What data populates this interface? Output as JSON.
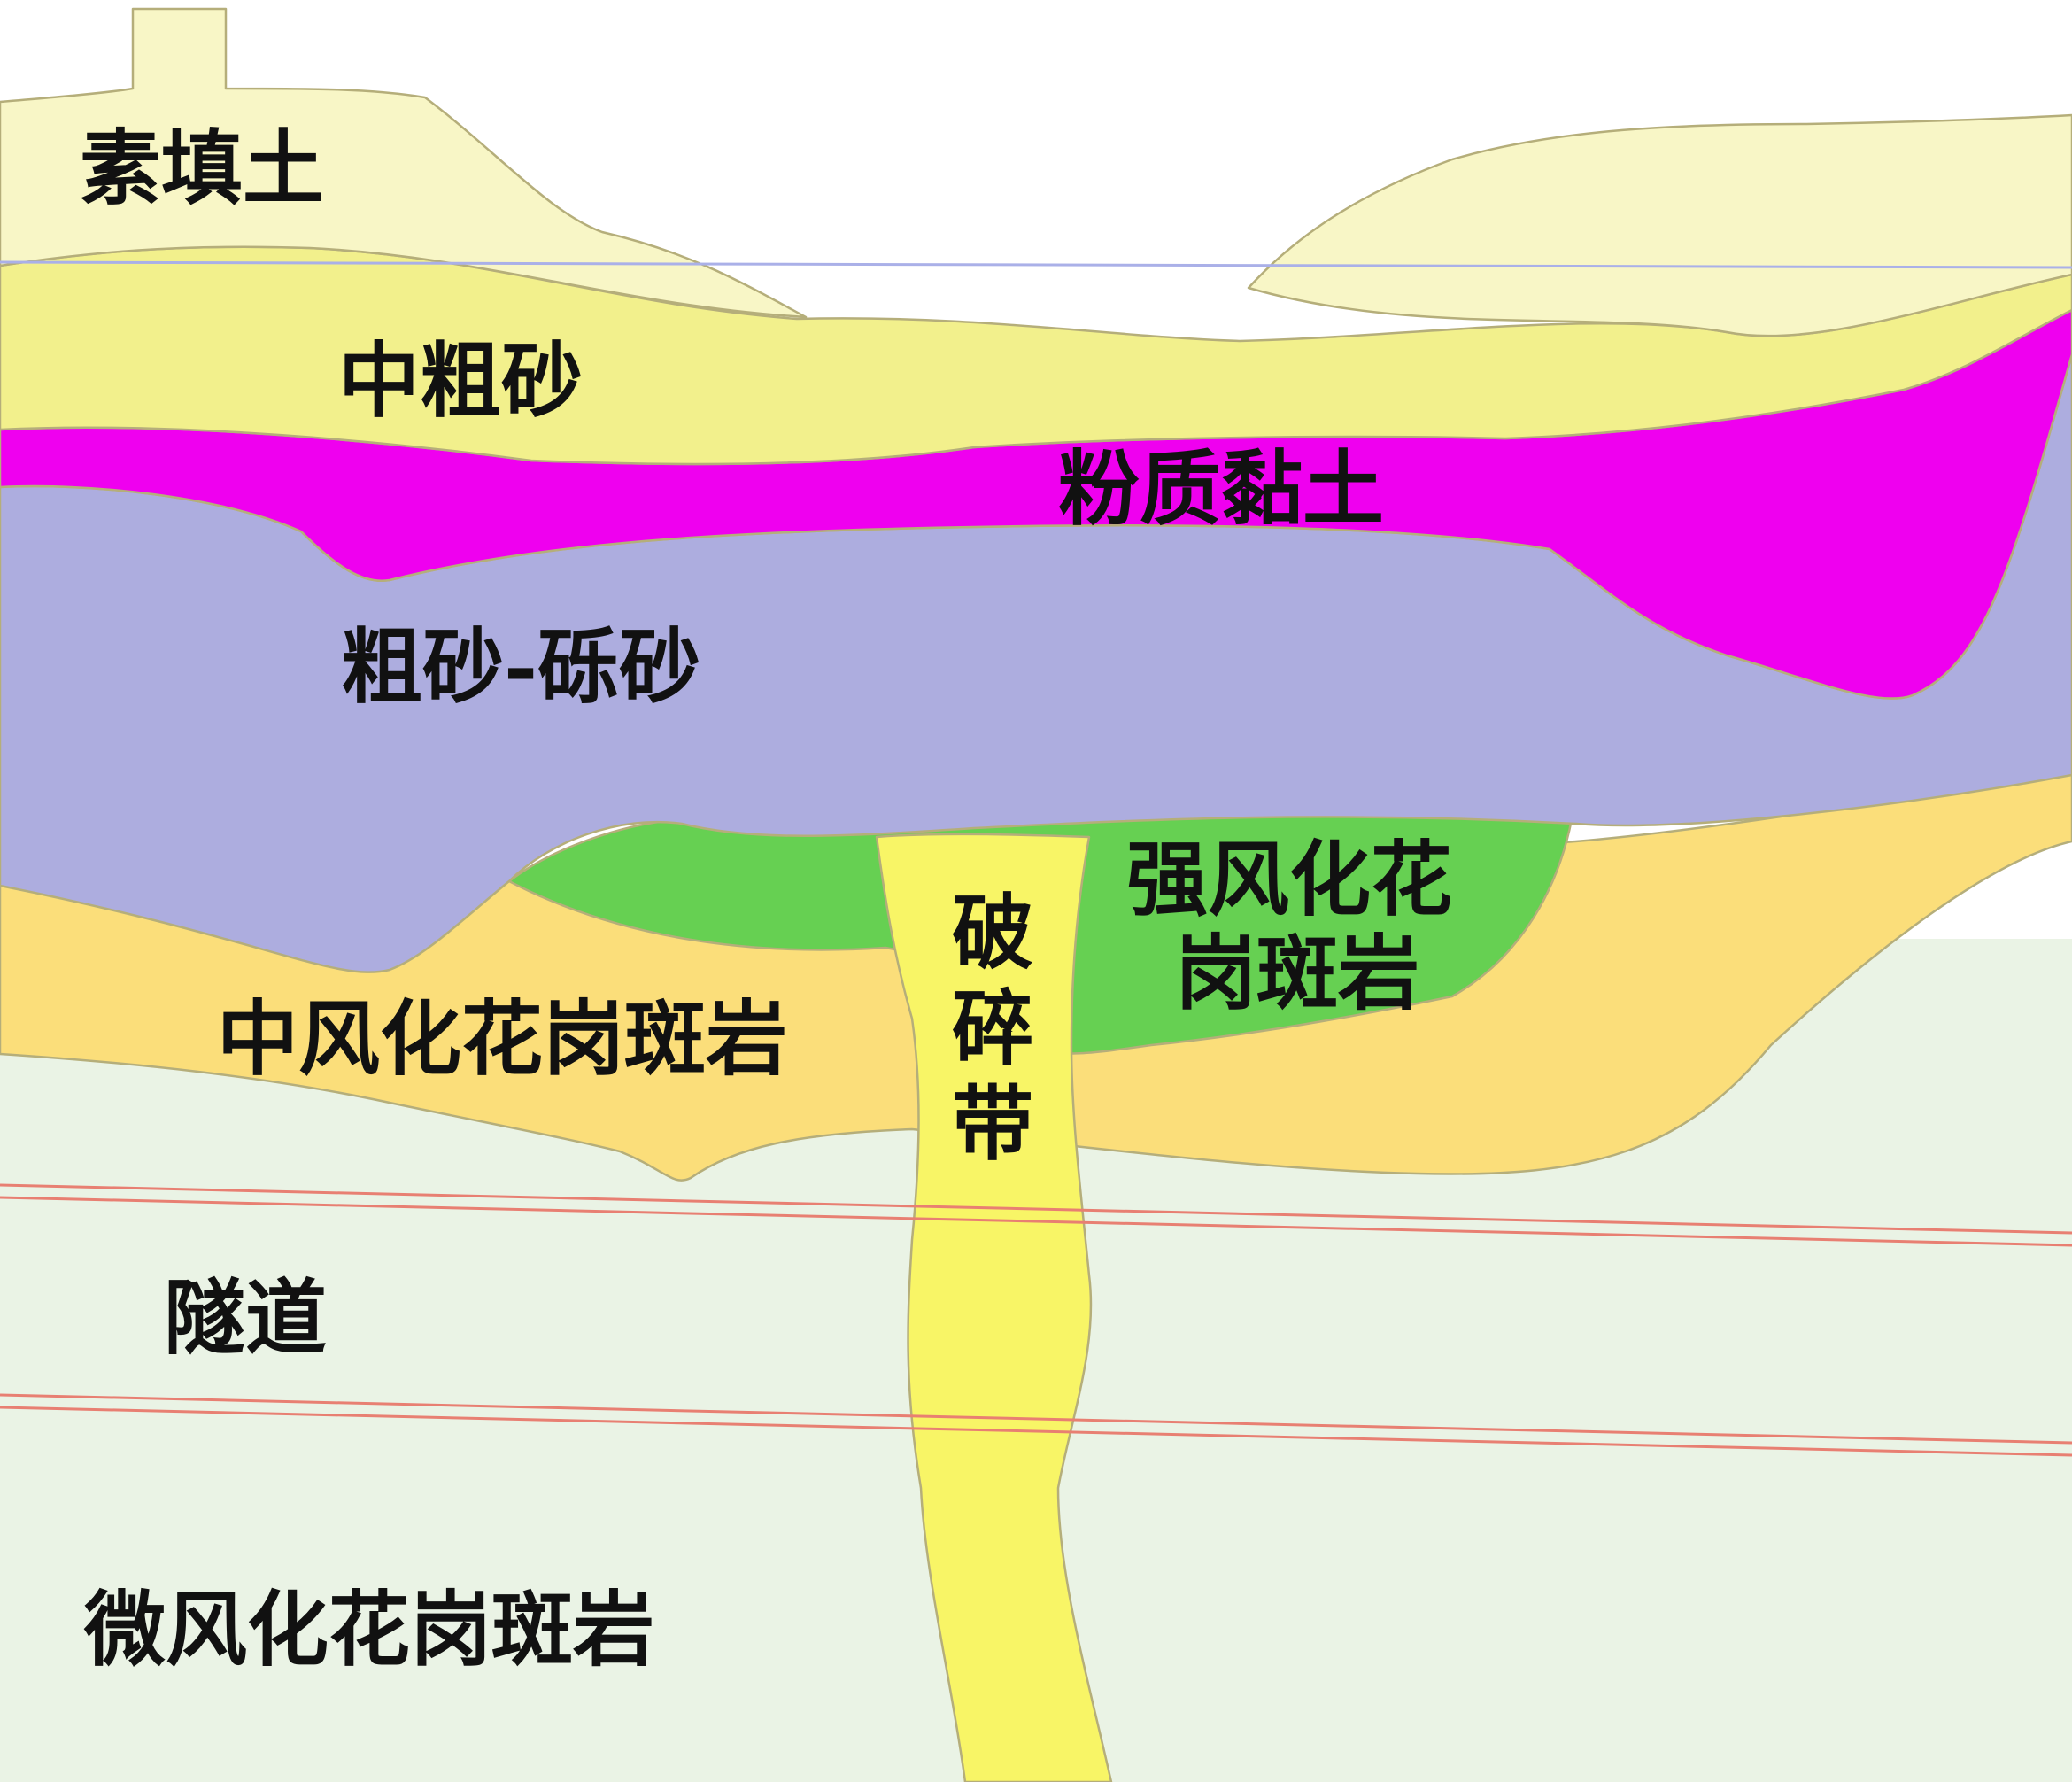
{
  "colors": {
    "fill_soil": "#f8f6c6",
    "medium_coarse_sand": "#f2f08c",
    "silty_clay": "#ef00ef",
    "coarse_gravel_sand": "#adaddf",
    "strongly_weathered": "#66d052",
    "moderately_weathered": "#fbde7a",
    "slightly_weathered": "#eaf3e5",
    "fracture_zone": "#f8f566",
    "tunnel_line": "#e87f72",
    "water_line": "#aab0e8"
  },
  "labels": {
    "fill_soil": "素填土",
    "medium_coarse_sand": "中粗砂",
    "silty_clay": "粉质黏土",
    "coarse_gravel_sand": "粗砂-砾砂",
    "strongly_weathered_line1": "强风化花",
    "strongly_weathered_line2": "岗斑岩",
    "moderately_weathered": "中风化花岗斑岩",
    "fracture_zone_1": "破",
    "fracture_zone_2": "碎",
    "fracture_zone_3": "带",
    "tunnel": "隧道",
    "slightly_weathered": "微风化花岗斑岩"
  }
}
